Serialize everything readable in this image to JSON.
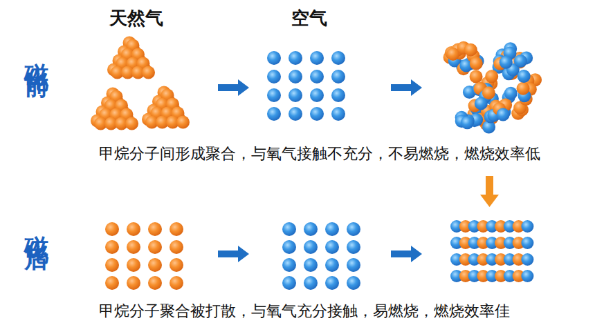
{
  "diagram": {
    "labels": [
      "天然气",
      "空气",
      "磁化前",
      "甲烷分子间形成聚合，与氧气接触不充分，不易燃烧，燃烧效率低",
      "磁化后",
      "甲烷分子聚合被打散，与氧气充分接触，易燃烧，燃烧效率佳"
    ]
  }
}
